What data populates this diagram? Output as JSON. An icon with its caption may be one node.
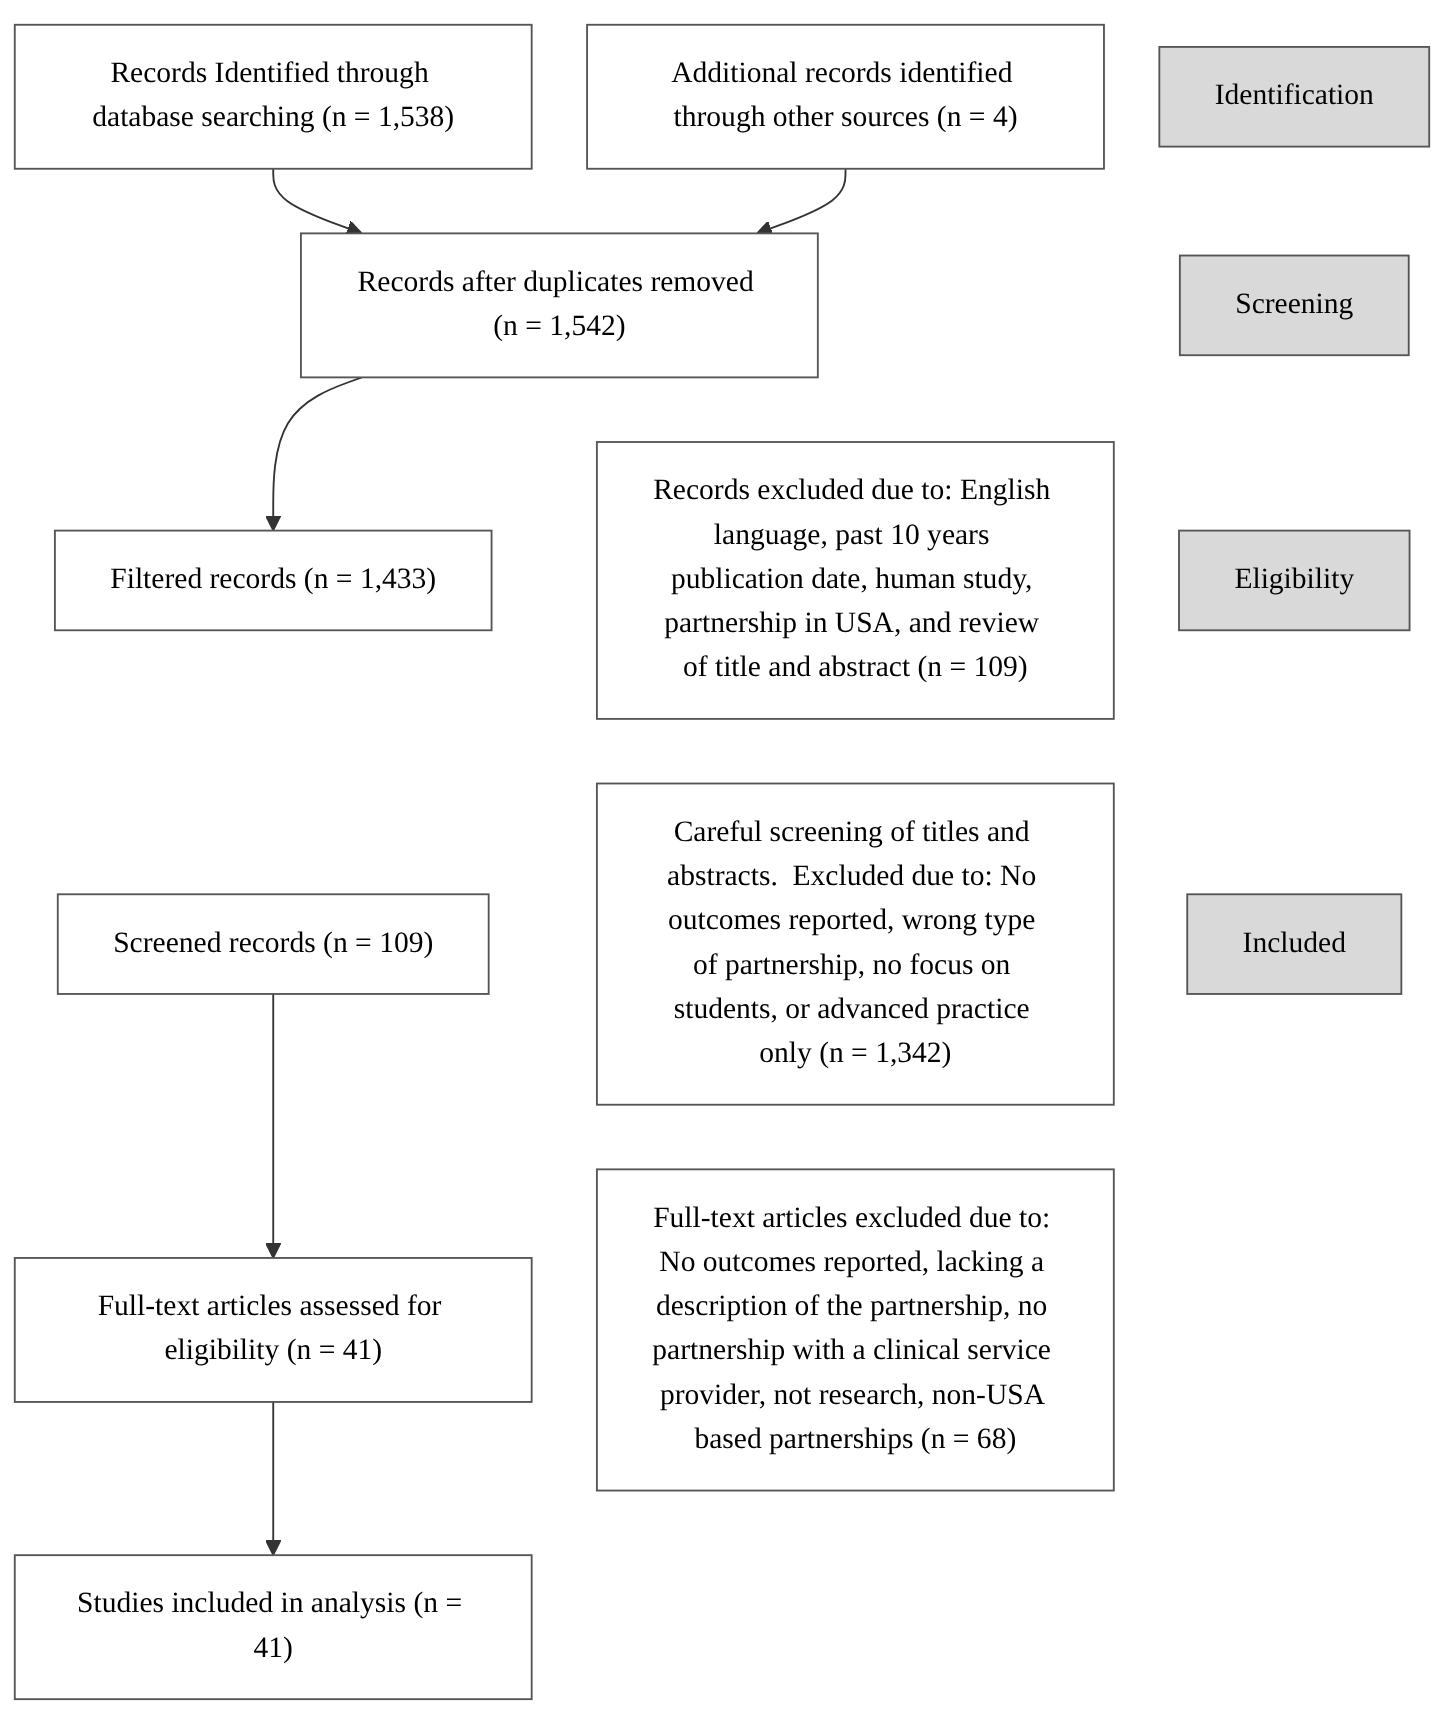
{
  "diagram": {
    "nodes": [
      {
        "text": [
          "Identification"
        ]
      },
      {
        "text": [
          "Records Identified through database searching (n = 1,538)"
        ]
      },
      {
        "text": [
          "Additional records identified through other sources (n = 4)"
        ]
      },
      {
        "text": [
          "Records after duplicates removed (n = 1,542)"
        ]
      },
      {
        "text": [
          "Screening"
        ]
      },
      {
        "text": [
          "Filtered records (n = 1,433)"
        ]
      },
      {
        "text": [
          "Records excluded due to: English language, past 10 years publication date, human study, partnership in USA, and review of title and abstract (n = 109)"
        ]
      },
      {
        "text": [
          "Screened records (n = 109)"
        ]
      },
      {
        "text": [
          "Careful screening of titles and abstracts.  Excluded due to: No outcomes reported, wrong type of partnership, no focus on students, or advanced practice only (n = 1,342)"
        ]
      },
      {
        "text": [
          "Eligibility"
        ]
      },
      {
        "text": [
          "Full-text articles assessed for eligibility (n = 41)"
        ]
      },
      {
        "text": [
          "Full-text articles excluded due to: No outcomes reported, lacking a description of the partnership, no partnership with a clinical service provider, not research, non-USA based partnerships (n = 68)"
        ]
      },
      {
        "text": [
          "Included"
        ]
      },
      {
        "text": [
          "Studies included in analysis (n = 41)"
        ]
      }
    ],
    "edges": [
      {
        "from": 1,
        "to": 3,
        "arrow": "to"
      },
      {
        "from": 2,
        "to": 3,
        "arrow": "to"
      },
      {
        "from": 3,
        "to": 5,
        "arrow": "to"
      },
      {
        "from": 7,
        "to": 10,
        "arrow": "to"
      },
      {
        "from": 10,
        "to": 13,
        "arrow": "to"
      }
    ]
  }
}
